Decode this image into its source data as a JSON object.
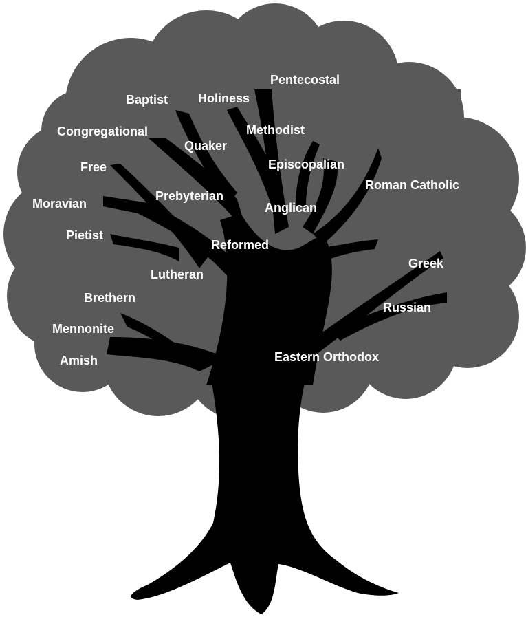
{
  "colors": {
    "background": "#ffffff",
    "canopy": "#595959",
    "trunk": "#000000",
    "label_text": "#ffffff"
  },
  "labels": {
    "pentecostal": "Pentecostal",
    "baptist": "Baptist",
    "holiness": "Holiness",
    "congregational": "Congregational",
    "methodist": "Methodist",
    "quaker": "Quaker",
    "free": "Free",
    "episcopalian": "Episcopalian",
    "roman_catholic": "Roman Catholic",
    "moravian": "Moravian",
    "prebyterian": "Prebyterian",
    "anglican": "Anglican",
    "pietist": "Pietist",
    "reformed": "Reformed",
    "greek": "Greek",
    "lutheran": "Lutheran",
    "brethern": "Brethern",
    "russian": "Russian",
    "mennonite": "Mennonite",
    "eastern_orthodox": "Eastern Orthodox",
    "amish": "Amish"
  }
}
